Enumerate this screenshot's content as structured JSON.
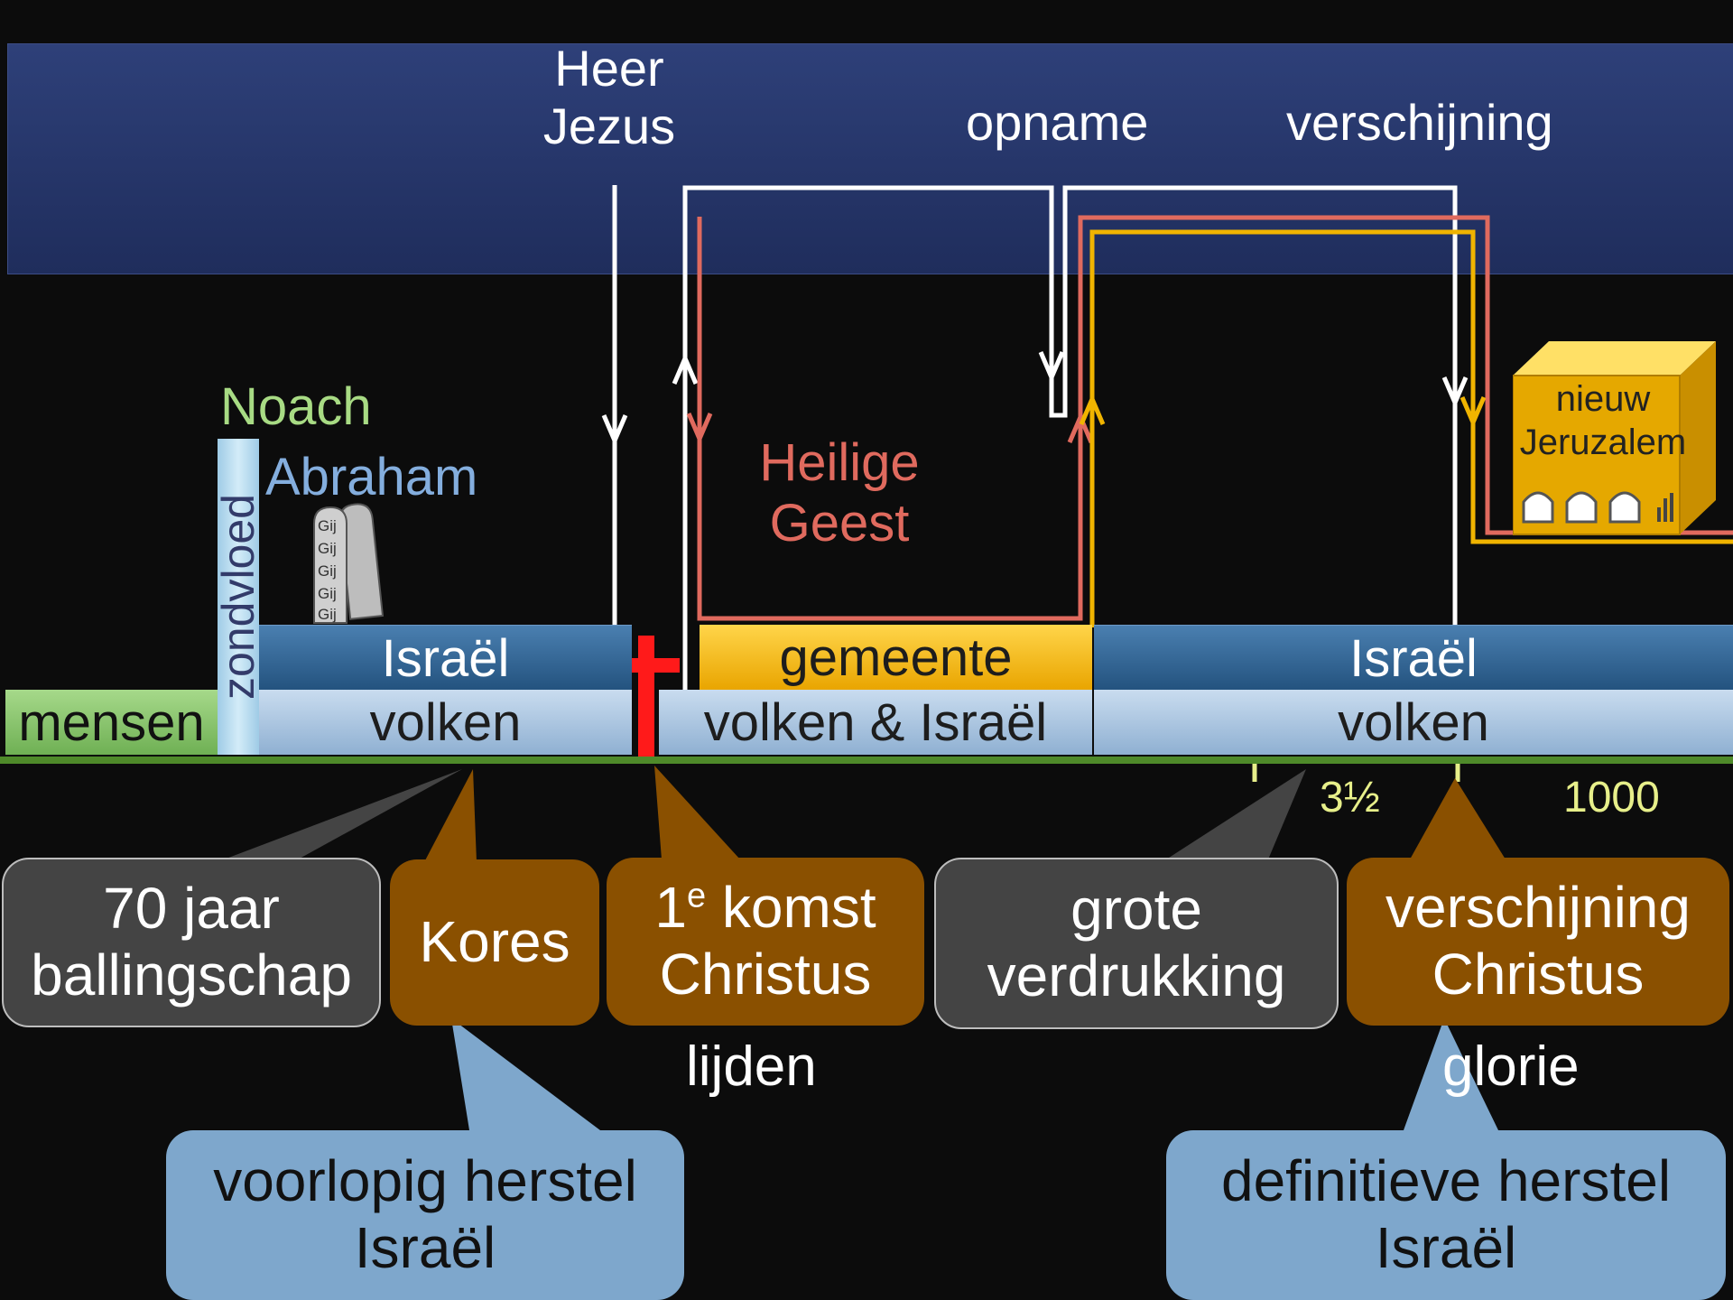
{
  "heaven": {
    "heer_jezus": [
      "Heer",
      "Jezus"
    ],
    "opname": "opname",
    "verschijning": "verschijning"
  },
  "labels": {
    "noach": "Noach",
    "abraham": "Abraham",
    "zondvloed": "zondvloed",
    "heilige_geest": [
      "Heilige",
      "Geest"
    ],
    "tablet_word": "Gij",
    "nieuw_jeruzalem": [
      "nieuw",
      "Jeruzalem"
    ]
  },
  "bands": {
    "israel_left": "Israël",
    "gemeente": "gemeente",
    "israel_right": "Israël",
    "mensen": "mensen",
    "volken_left": "volken",
    "volken_israel": "volken & Israël",
    "volken_right": "volken"
  },
  "timeline": {
    "tick_3_5": "3½",
    "tick_1000": "1000"
  },
  "callouts": {
    "ballingschap": [
      "70 jaar",
      "ballingschap"
    ],
    "kores": "Kores",
    "eerste_komst": [
      "1",
      "e",
      " komst",
      "Christus"
    ],
    "verdrukking": [
      "grote",
      "verdrukking"
    ],
    "verschijning": [
      "verschijning",
      "Christus"
    ],
    "voorlopig": [
      "voorlopig herstel",
      "Israël"
    ],
    "definitief": [
      "definitieve herstel",
      "Israël"
    ]
  },
  "captions": {
    "lijden": "lijden",
    "glorie": "glorie"
  },
  "colors": {
    "heaven": "#2e4079",
    "israel": "#2f6496",
    "volken": "#b6cfe6",
    "gemeente": "#f5b800",
    "mensen": "#8cc86c",
    "ground": "#4f8a2a",
    "cross": "#ff0000",
    "spirit_line": "#e06a5e",
    "church_line": "#f0b400",
    "callout_brown": "#8a5000",
    "callout_grey": "#444444",
    "callout_blue": "#7ea7cc",
    "green_text": "#a8db84",
    "blue_text": "#84aede",
    "yellow_text": "#e7ef8a"
  }
}
